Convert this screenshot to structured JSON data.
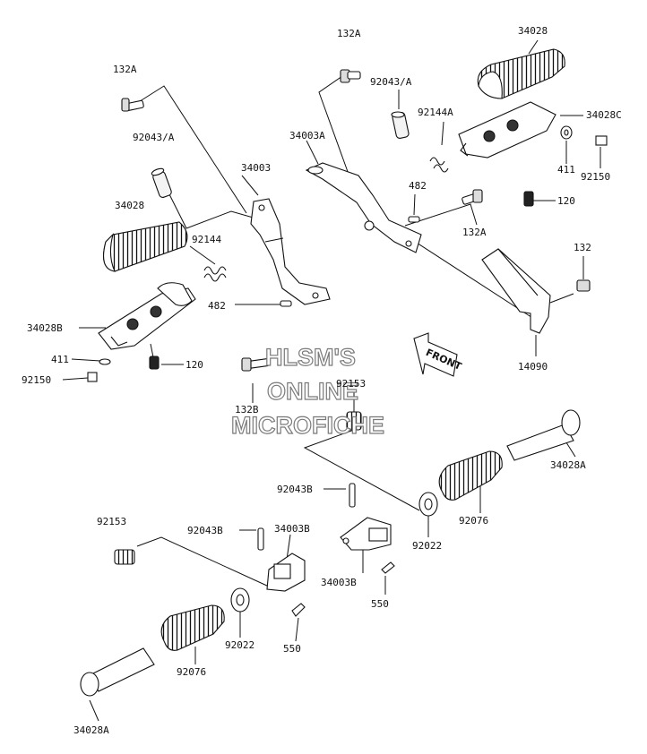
{
  "labels": {
    "l_132A_a": "132A",
    "l_92043A_a": "92043/A",
    "l_34003": "34003",
    "l_34028_a": "34028",
    "l_92144": "92144",
    "l_482_a": "482",
    "l_34028B": "34028B",
    "l_411_a": "411",
    "l_120_a": "120",
    "l_92150_a": "92150",
    "l_132B": "132B",
    "l_132A_b": "132A",
    "l_92043A_b": "92043/A",
    "l_92144A": "92144A",
    "l_34003A": "34003A",
    "l_482_b": "482",
    "l_132A_c": "132A",
    "l_34028_b": "34028",
    "l_34028C": "34028C",
    "l_411_b": "411",
    "l_92150_b": "92150",
    "l_120_b": "120",
    "l_132": "132",
    "l_14090": "14090",
    "l_92153_a": "92153",
    "l_34028A_a": "34028A",
    "l_92043B_a": "92043B",
    "l_92076_a": "92076",
    "l_92022_a": "92022",
    "l_34003B_a": "34003B",
    "l_550_a": "550",
    "l_92153_b": "92153",
    "l_92043B_b": "92043B",
    "l_34003B_b": "34003B",
    "l_92022_b": "92022",
    "l_550_b": "550",
    "l_92076_b": "92076",
    "l_34028A_b": "34028A"
  },
  "front_label": "FRONT",
  "watermark": {
    "line1": "HLSM'S",
    "line2": "ONLINE",
    "line3": "MICROFICHE"
  }
}
